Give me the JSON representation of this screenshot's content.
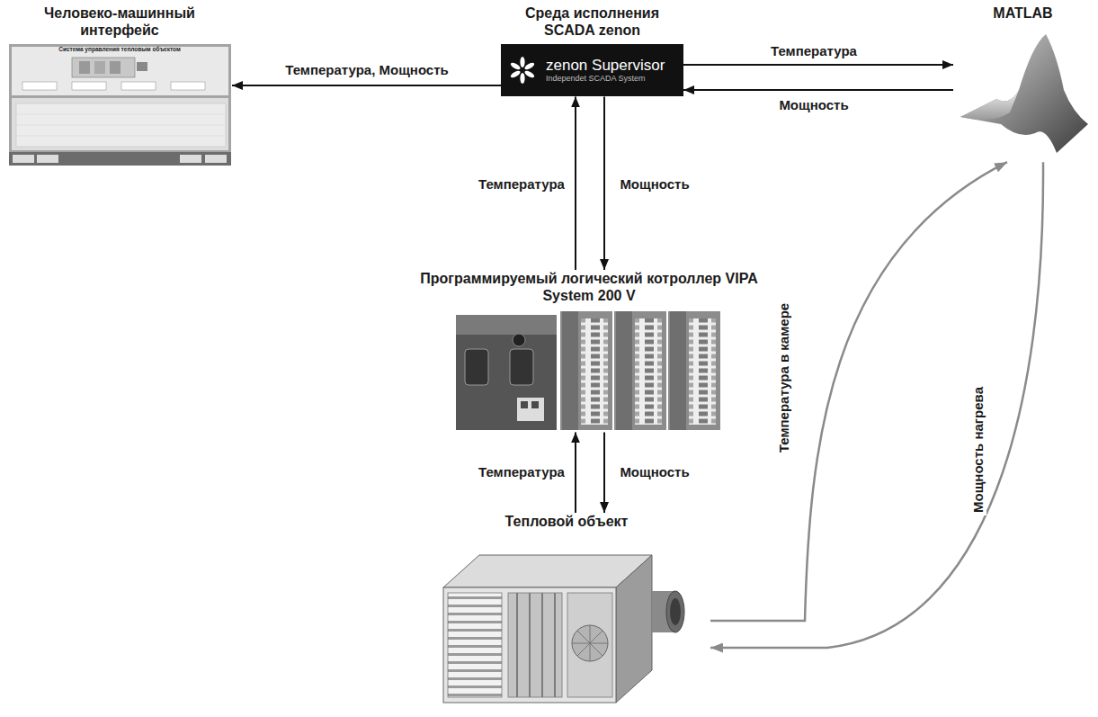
{
  "diagram": {
    "nodes": [
      {
        "text": [
          "Человеко-машинный интерфейс"
        ]
      },
      {
        "text": [
          "Среда исполнения SCADA zenon",
          "zenon Supervisor",
          "Independet SCADA System"
        ]
      },
      {
        "text": [
          "MATLAB"
        ]
      },
      {
        "text": [
          "Программируемый логический котроллер VIPA System 200 V"
        ]
      },
      {
        "text": [
          "Тепловой объект"
        ]
      }
    ],
    "edges": [
      {
        "from": 1,
        "to": 0,
        "arrow": "to",
        "label": "Температура, Мощность"
      },
      {
        "from": 1,
        "to": 2,
        "arrow": "to",
        "label": "Температура"
      },
      {
        "from": 2,
        "to": 1,
        "arrow": "to",
        "label": "Мощность"
      },
      {
        "from": 3,
        "to": 1,
        "arrow": "to",
        "label": "Температура"
      },
      {
        "from": 1,
        "to": 3,
        "arrow": "to",
        "label": "Мощность"
      },
      {
        "from": 4,
        "to": 3,
        "arrow": "to",
        "label": "Температура"
      },
      {
        "from": 3,
        "to": 4,
        "arrow": "to",
        "label": "Мощность"
      },
      {
        "from": 4,
        "to": 2,
        "arrow": "to",
        "label": "Температура в камере"
      },
      {
        "from": 2,
        "to": 4,
        "arrow": "to",
        "label": "Мощность нагрева"
      }
    ],
    "labels": [
      "Система управления тепловым объектом"
    ]
  }
}
